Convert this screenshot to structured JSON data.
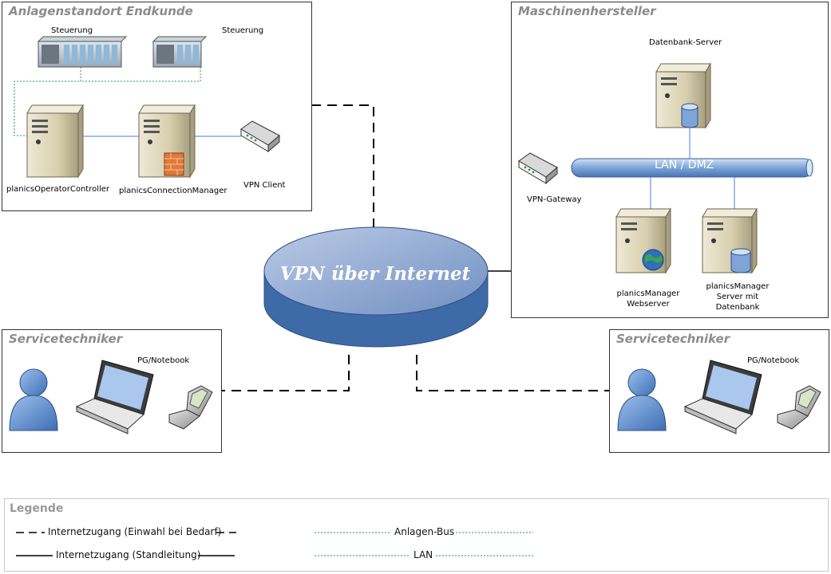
{
  "boxes": {
    "site": {
      "title": "Anlagenstandort Endkunde"
    },
    "manufacturer": {
      "title": "Maschinenhersteller"
    },
    "service_left": {
      "title": "Servicetechniker"
    },
    "service_right": {
      "title": "Servicetechniker"
    }
  },
  "labels": {
    "controller_1": "Steuerung",
    "controller_2": "Steuerung",
    "operator_controller": "planicsOperatorController",
    "connection_manager": "planicsConnectionManager",
    "vpn_client": "VPN Client",
    "db_server": "Datenbank-Server",
    "vpn_gateway": "VPN-Gateway",
    "webserver_line1": "planicsManager",
    "webserver_line2": "Webserver",
    "dbserver_line1": "planicsManager",
    "dbserver_line2": "Server mit",
    "dbserver_line3": "Datenbank",
    "notebook_left": "PG/Notebook",
    "notebook_right": "PG/Notebook"
  },
  "vpn_cloud": "VPN über Internet",
  "lan_bus": "LAN / DMZ",
  "legend": {
    "title": "Legende",
    "dial_up": "Internetzugang (Einwahl bei Bedarf)",
    "leased_line": "Internetzugang (Standleitung)",
    "plant_bus": "Anlagen-Bus",
    "lan": "LAN"
  },
  "colors": {
    "cloud_top": "#6f8fc2",
    "cloud_side": "#3f6aa8",
    "lan_bus": "#8fb1e0",
    "bus_line": "#2e8b57",
    "link_line": "#4a7fd4"
  }
}
